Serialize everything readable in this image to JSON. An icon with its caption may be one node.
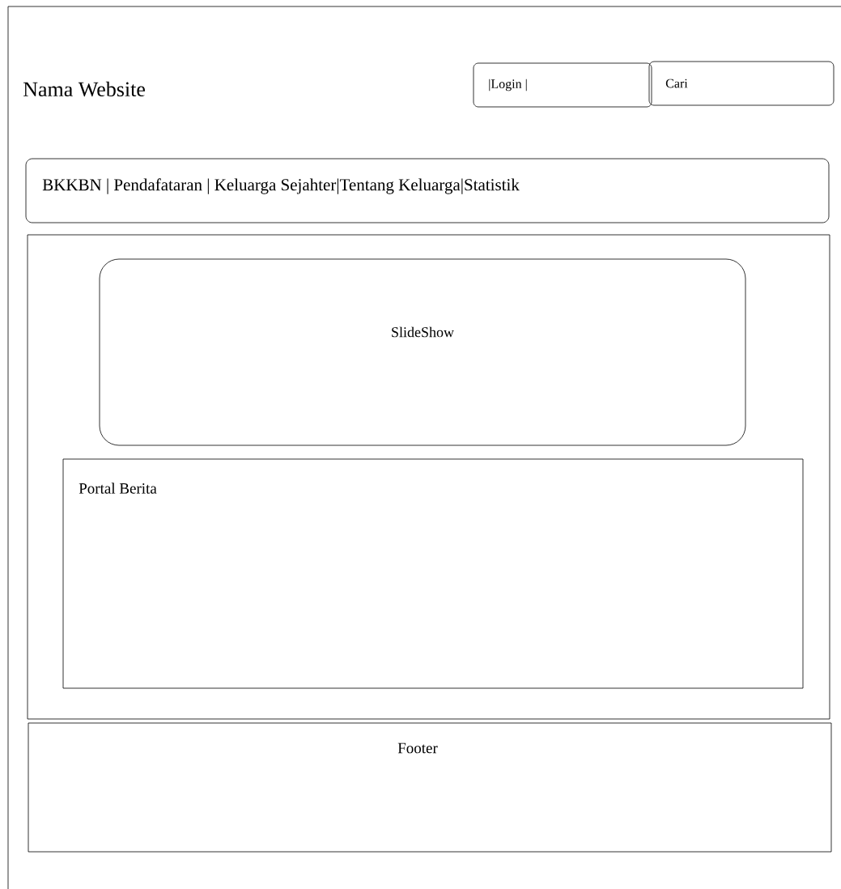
{
  "diagram": {
    "nodes": [
      {
        "text": [
          "|Login |"
        ]
      },
      {
        "text": [
          "Cari"
        ]
      },
      {
        "text": [
          "BKKBN | Pendafataran | Keluarga Sejahter|Tentang Keluarga|Statistik"
        ]
      },
      {
        "text": [],
        "shape": "box"
      },
      {
        "text": [
          "SlideShow"
        ],
        "in": 3
      },
      {
        "text": [
          "Portal Berita"
        ],
        "in": 3
      },
      {
        "text": [
          "Footer"
        ]
      }
    ],
    "labels": [
      "Nama Website"
    ]
  }
}
